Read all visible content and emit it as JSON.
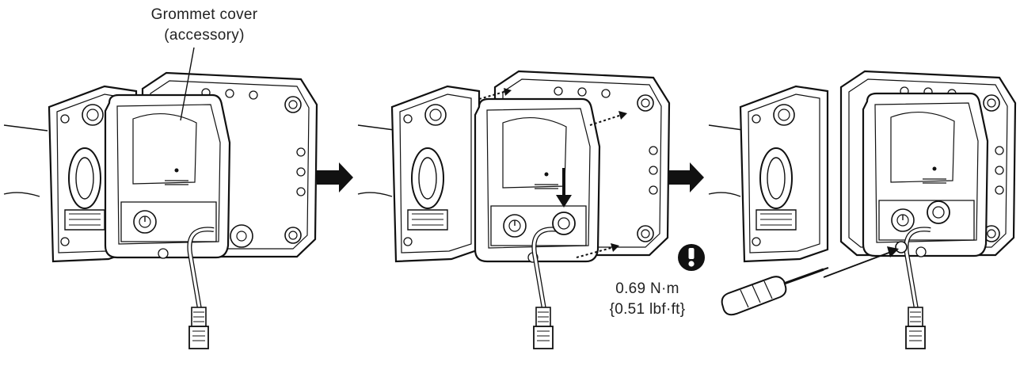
{
  "callouts": {
    "grommet_line1": "Grommet cover",
    "grommet_line2": "(accessory)"
  },
  "torque": {
    "metric": "0.69 N·m",
    "imperial": "{0.51 lbf·ft}"
  },
  "icons": {
    "step_arrow": "right-arrow-icon",
    "warning": "exclamation-icon",
    "screwdriver": "screwdriver-icon",
    "push_arrow": "down-arrow-icon"
  },
  "colors": {
    "line": "#111111",
    "fill": "#ffffff",
    "warning_bg": "#111111"
  }
}
